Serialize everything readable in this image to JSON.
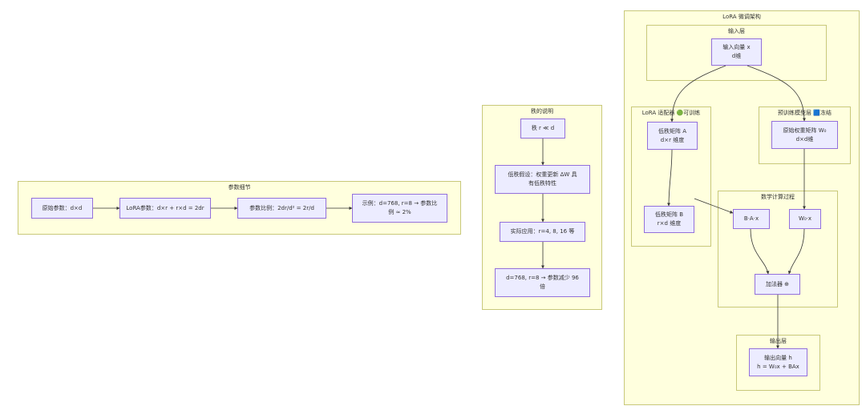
{
  "clusters": {
    "params": {
      "title": "参数细节"
    },
    "rank": {
      "title": "秩的说明"
    },
    "lora": {
      "title": "LoRA 微调架构"
    },
    "input": {
      "title": "输入层"
    },
    "adapter": {
      "title": "LoRA 适配器 🟢可训练"
    },
    "pretrained": {
      "title": "预训练模型层 🟦冻结"
    },
    "math": {
      "title": "数学计算过程"
    },
    "output": {
      "title": "输出层"
    }
  },
  "nodes": {
    "p1": {
      "text": "原始参数：d×d"
    },
    "p2": {
      "text": "LoRA参数：d×r + r×d = 2dr"
    },
    "p3": {
      "text": "参数比例：2dr/d² = 2r/d"
    },
    "p4": {
      "line1": "示例：d=768, r=8 → 参数比",
      "line2": "例 ≈ 2%"
    },
    "r1": {
      "text": "秩 r ≪ d"
    },
    "r2": {
      "line1": "低秩假设：权重更新 ΔW 具",
      "line2": "有低秩特性"
    },
    "r3": {
      "text": "实际应用：r=4, 8, 16 等"
    },
    "r4": {
      "line1": "d=768, r=8 → 参数减少 96",
      "line2": "倍"
    },
    "x": {
      "line1": "输入向量 x",
      "line2": "d维"
    },
    "a": {
      "line1": "低秩矩阵 A",
      "line2": "d×r 维度"
    },
    "b": {
      "line1": "低秩矩阵 B",
      "line2": "r×d 维度"
    },
    "w0": {
      "line1": "原始权重矩阵 W₀",
      "line2": "d×d维"
    },
    "bax": {
      "text": "B·A·x"
    },
    "w0x": {
      "text": "W₀·x"
    },
    "add": {
      "text": "加法器 ⊕"
    },
    "h": {
      "line1": "输出向量 h",
      "line2": "h = W₀x + BAx"
    }
  },
  "colors": {
    "cluster_fill": "#ffffde",
    "cluster_border": "#c8c87a",
    "node_fill": "#ececff",
    "node_border": "#9370db",
    "edge": "#333333"
  }
}
